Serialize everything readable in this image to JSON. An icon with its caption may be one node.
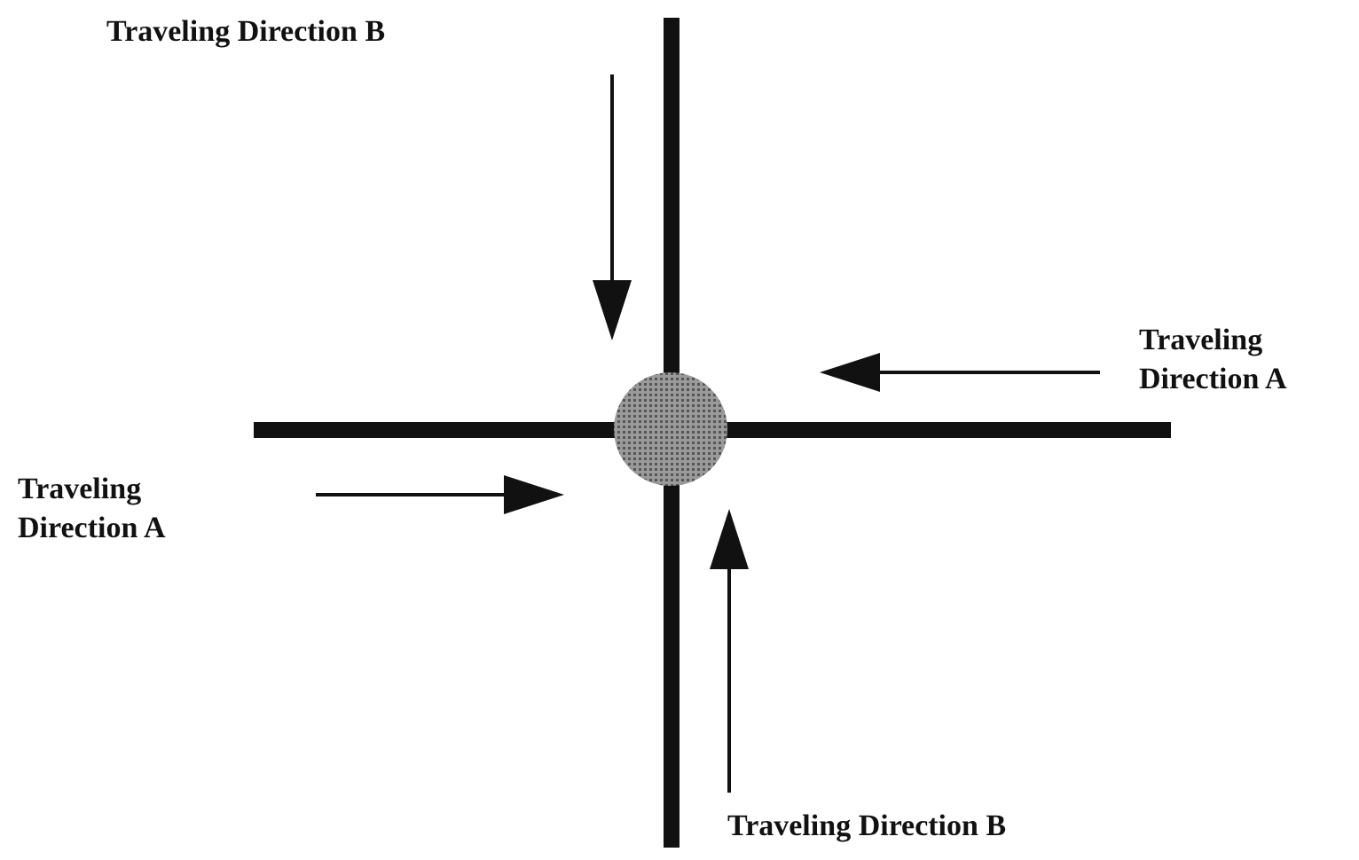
{
  "diagram": {
    "labels": [
      "Traveling Direction B",
      "Traveling Direction A",
      "Traveling Direction A",
      "Traveling Direction B"
    ]
  }
}
